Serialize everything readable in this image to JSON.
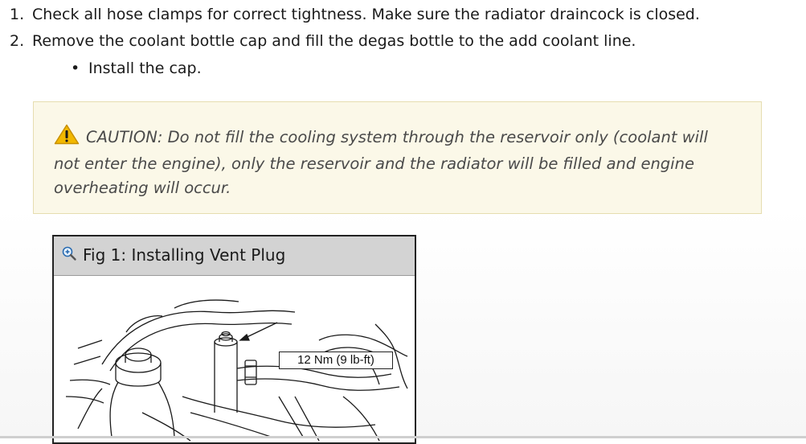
{
  "steps": [
    {
      "number": "1.",
      "text": "Check all hose clamps for correct tightness. Make sure the radiator draincock is closed."
    },
    {
      "number": "2.",
      "text": "Remove the coolant bottle cap and fill the degas bottle to the add coolant line."
    }
  ],
  "substeps": [
    {
      "bullet": "•",
      "text": "Install the cap."
    }
  ],
  "caution": {
    "icon": "warning-triangle-icon",
    "text": "CAUTION: Do not fill the cooling system through the reservoir only (coolant will not enter the engine), only the reservoir and the radiator will be filled and engine overheating will occur.",
    "background_color": "#fbf8e8",
    "border_color": "#e6ddb0",
    "icon_color": "#f2b800"
  },
  "figure": {
    "zoom_icon": "magnifier-zoom-icon",
    "title": "Fig 1: Installing Vent Plug",
    "callout": "12 Nm (9 lb-ft)"
  }
}
